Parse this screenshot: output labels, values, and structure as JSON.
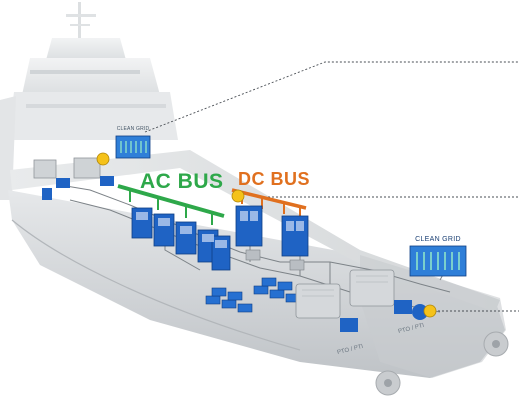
{
  "labels": {
    "clean_grid_small": "CLEAN GRID",
    "clean_grid_large": "CLEAN GRID",
    "ac_bus": "AC BUS",
    "dc_bus": "DC BUS",
    "pto_pti_left": "PTO / PTI",
    "pto_pti_right": "PTO / PTI"
  },
  "colors": {
    "ac_bus": "#2ea84a",
    "dc_bus": "#e0701f",
    "component_blue": "#1f63c4",
    "hull_grey": "#d6d8da",
    "connector_dot": "#f5c21a"
  }
}
